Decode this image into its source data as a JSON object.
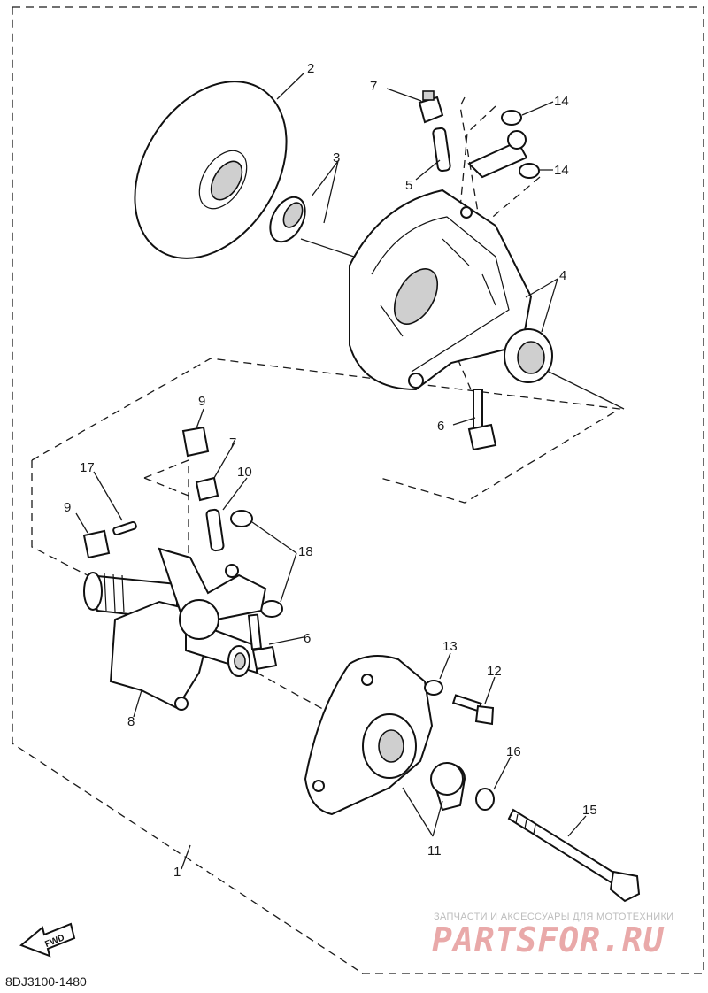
{
  "diagram": {
    "code": "8DJ3100-1480",
    "fwd_label": "FWD",
    "labels": {
      "p1": "1",
      "p2": "2",
      "p3": "3",
      "p4": "4",
      "p5": "5",
      "p6a": "6",
      "p6b": "6",
      "p7a": "7",
      "p7b": "7",
      "p8": "8",
      "p9a": "9",
      "p9b": "9",
      "p10": "10",
      "p11": "11",
      "p12": "12",
      "p13": "13",
      "p14a": "14",
      "p14b": "14",
      "p15": "15",
      "p16": "16",
      "p17": "17",
      "p18": "18"
    }
  },
  "watermark": {
    "tagline": "ЗАПЧАСТИ И АКСЕССУАРЫ ДЛЯ МОТОТЕХНИКИ",
    "logo": "PARTSFOR.RU"
  }
}
